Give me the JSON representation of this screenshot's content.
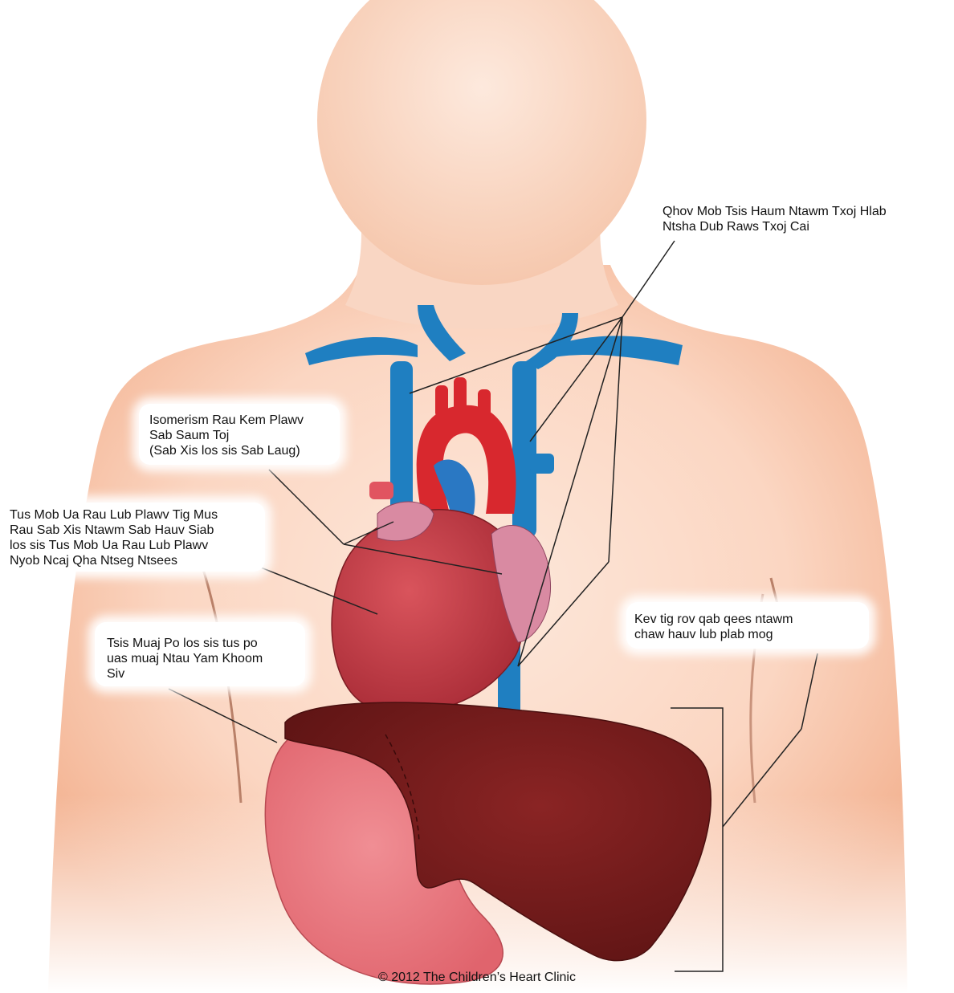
{
  "labels": {
    "veins": "Qhov Mob Tsis Haum Ntawm Txoj Hlab\nNtsha Dub Raws Txoj Cai",
    "isomerism": "Isomerism Rau Kem Plawv\nSab Saum Toj\n(Sab Xis los sis Sab Laug)",
    "ventricle": "Tus Mob Ua Rau Lub Plawv Tig Mus\nRau Sab Xis Ntawm Sab Hauv Siab\nlos sis Tus Mob Ua Rau Lub Plawv\nNyob Ncaj Qha Ntseg Ntsees",
    "stomach": "Tsis Muaj Po los sis tus po\nuas muaj Ntau Yam Khoom\nSiv",
    "liver": "Kev tig rov qab qees ntawm\nchaw hauv lub plab mog"
  },
  "copyright": "© 2012 The Children’s Heart Clinic",
  "colors": {
    "skin": "#f6c2a6",
    "skin_light": "#fde6d8",
    "vein_blue": "#1f7fc1",
    "artery_red": "#d8282e",
    "heart": "#c9404a",
    "atrium_pink": "#d98aa2",
    "liver": "#7a1c1c",
    "stomach": "#ec7f86",
    "leader_line": "#222222"
  }
}
